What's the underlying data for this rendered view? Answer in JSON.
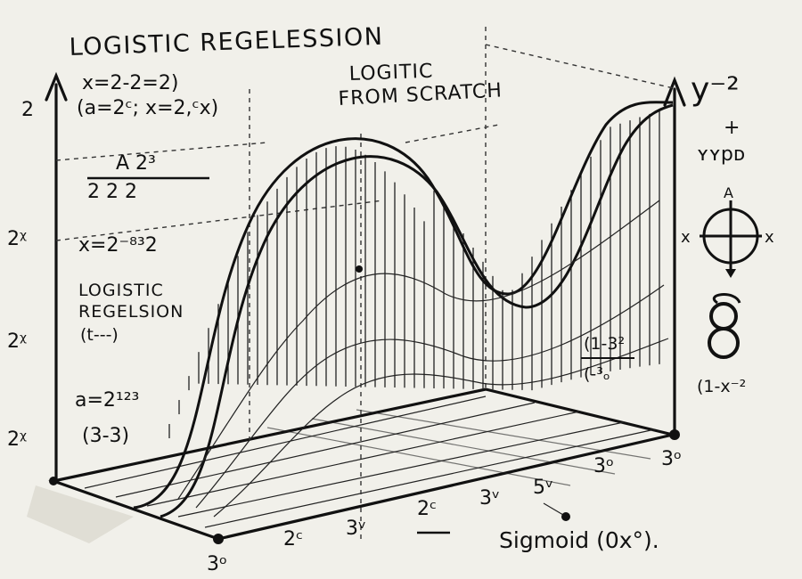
{
  "header": {
    "title": "LOGISTIC REGELESSION",
    "subtitle_line1": "LOGITIC",
    "subtitle_line2": "FROM SCRATCH"
  },
  "left_notes": {
    "eq1": "x=2-2=2)",
    "eq2": "(a=2ᶜ; x=2,ᶜx)",
    "frac_top": "A  2³",
    "frac_bottom": "2   2  2",
    "eq3": "x=2⁻⁸³2",
    "label_line1": "LOGISTIC",
    "label_line2": "REGELSION",
    "label_line3": "(t---)",
    "eq4": "a=2¹²³",
    "eq5": "(3-3)"
  },
  "y_axis_ticks": [
    "2",
    "2ᵡ",
    "2ᵡ",
    "2ᵡ"
  ],
  "right_notes": {
    "axis_label": "y⁻²",
    "plus": "+",
    "hypo": "ʏʏpᴅ",
    "compass_left": "x",
    "compass_right": "x",
    "compass_top": "A",
    "frac_top": "(1-3²",
    "frac_bottom": "(-³ₒ",
    "eq": "(1-x⁻²"
  },
  "bottom_ticks": [
    "3ᵒ",
    "2ᶜ",
    "3ᵛ",
    "2ᶜ",
    "3ᵛ",
    "5ᵛ",
    "3ᵒ",
    "3ᵒ"
  ],
  "footer": {
    "caption": "Sigmoid (0x°)."
  },
  "colors": {
    "ink": "#111111",
    "paper": "#f1f0ea"
  }
}
